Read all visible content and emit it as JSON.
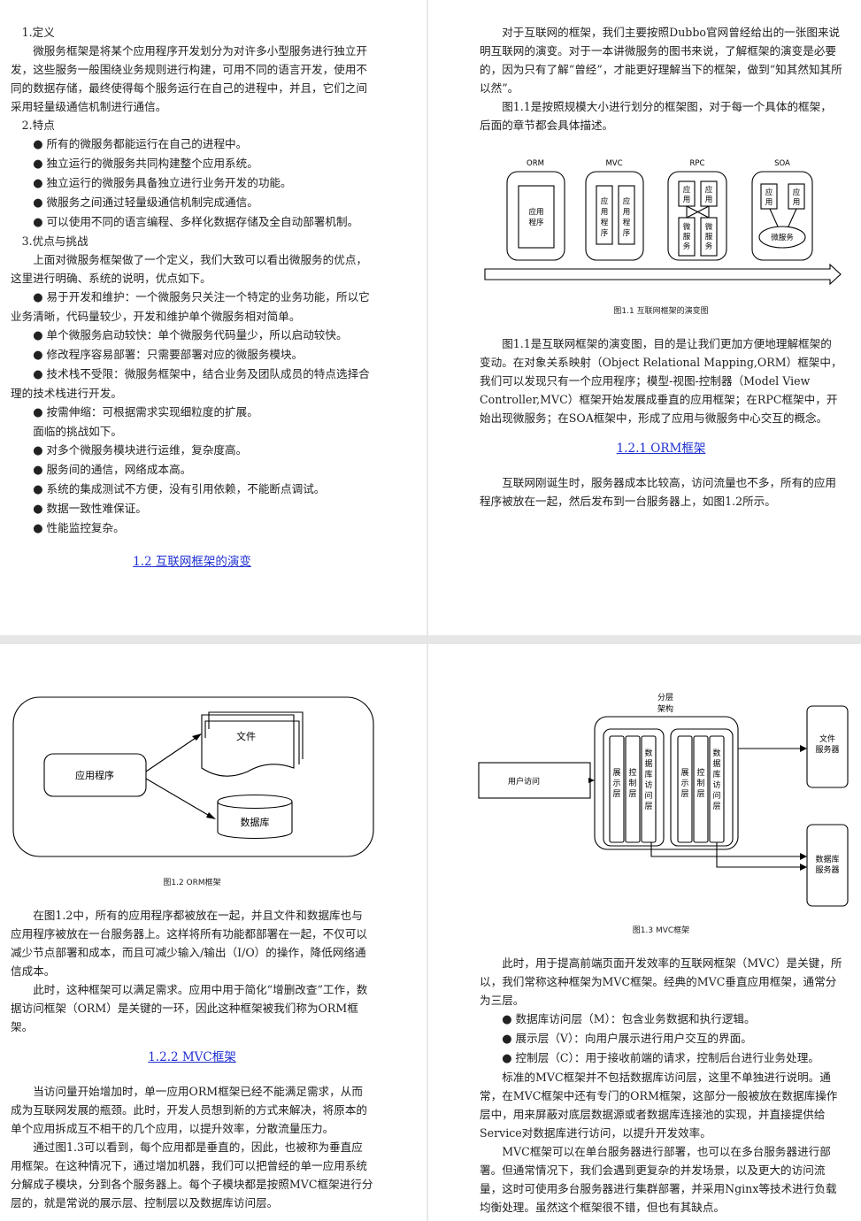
{
  "p1": {
    "s1_title": "1.定义",
    "s1_para": "微服务框架是将某个应用程序开发划分为对许多小型服务进行独立开发，这些服务一般围绕业务规则进行构建，可用不同的语言开发，使用不同的数据存储，最终使得每个服务运行在自己的进程中，并且，它们之间采用轻量级通信机制进行通信。",
    "s2_title": "2.特点",
    "features": [
      "所有的微服务都能运行在自己的进程中。",
      "独立运行的微服务共同构建整个应用系统。",
      "独立运行的微服务具备独立进行业务开发的功能。",
      "微服务之间通过轻量级通信机制完成通信。",
      "可以使用不同的语言编程、多样化数据存储及全自动部署机制。"
    ],
    "s3_title": "3.优点与挑战",
    "s3_intro": "上面对微服务框架做了一个定义，我们大致可以看出微服务的优点，这里进行明确、系统的说明，优点如下。",
    "advantages": [
      "易于开发和维护：一个微服务只关注一个特定的业务功能，所以它业务清晰，代码量较少，开发和维护单个微服务相对简单。",
      "单个微服务启动较快：单个微服务代码量少，所以启动较快。",
      "修改程序容易部署：只需要部署对应的微服务模块。",
      "技术栈不受限：微服务框架中，结合业务及团队成员的特点选择合理的技术栈进行开发。",
      "按需伸缩：可根据需求实现细粒度的扩展。"
    ],
    "challenge_intro": "面临的挑战如下。",
    "challenges": [
      "对多个微服务模块进行运维，复杂度高。",
      "服务间的通信，网络成本高。",
      "系统的集成测试不方便，没有引用依赖，不能断点调试。",
      "数据一致性难保证。",
      "性能监控复杂。"
    ],
    "section_link": "1.2 互联网框架的演变"
  },
  "p2": {
    "para1": "对于互联网的框架，我们主要按照Dubbo官网曾经给出的一张图来说明互联网的演变。对于一本讲微服务的图书来说，了解框架的演变是必要的，因为只有了解“曾经”，才能更好理解当下的框架，做到“知其然知其所以然”。",
    "para2": "图1.1是按照规模大小进行划分的框架图，对于每一个具体的框架，后面的章节都会具体描述。",
    "fig": {
      "headers": [
        "ORM",
        "MVC",
        "RPC",
        "SOA"
      ],
      "orm_box": "应用程序",
      "mvc_col": "应用程序",
      "rpc_top": "应用",
      "rpc_bottom": "微服务",
      "soa_top": "应用",
      "soa_oval": "微服务"
    },
    "caption": "图1.1 互联网框架的演变图",
    "para3": "图1.1是互联网框架的演变图，目的是让我们更加方便地理解框架的变动。在对象关系映射（Object Relational Mapping,ORM）框架中，我们可以发现只有一个应用程序；模型-视图-控制器（Model View Controller,MVC）框架开始发展成垂直的应用框架；在RPC框架中，开始出现微服务；在SOA框架中，形成了应用与微服务中心交互的概念。",
    "section_link": "1.2.1 ORM框架",
    "para4": "互联网刚诞生时，服务器成本比较高，访问流量也不多，所有的应用程序被放在一起，然后发布到一台服务器上，如图1.2所示。"
  },
  "p3": {
    "fig": {
      "app": "应用程序",
      "file": "文件",
      "db": "数据库"
    },
    "caption": "图1.2 ORM框架",
    "para1": "在图1.2中，所有的应用程序都被放在一起，并且文件和数据库也与应用程序被放在一台服务器上。这样将所有功能都部署在一起，不仅可以减少节点部署和成本，而且可减少输入/输出（I/O）的操作，降低网络通信成本。",
    "para2": "此时，这种框架可以满足需求。应用中用于简化“增删改查”工作，数据访问框架（ORM）是关键的一环，因此这种框架被我们称为ORM框架。",
    "section_link": "1.2.2 MVC框架",
    "para3": "当访问量开始增加时，单一应用ORM框架已经不能满足需求，从而成为互联网发展的瓶颈。此时，开发人员想到新的方式来解决，将原本的单个应用拆成互不相干的几个应用，以提升效率，分散流量压力。",
    "para4": "通过图1.3可以看到，每个应用都是垂直的，因此，也被称为垂直应用框架。在这种情况下，通过增加机器，我们可以把曾经的单一应用系统分解成子模块，分到各个服务器上。每个子模块都是按照MVC框架进行分层的，就是常说的展示层、控制层以及数据库访问层。"
  },
  "p4": {
    "fig": {
      "title": "分层架构",
      "user": "用户访问",
      "layers": [
        "展示层",
        "控制层",
        "数据库访问层"
      ],
      "file_server": "文件服务器",
      "db_server": "数据库服务器"
    },
    "caption": "图1.3 MVC框架",
    "para1": "此时，用于提高前端页面开发效率的互联网框架（MVC）是关键，所以，我们常称这种框架为MVC框架。经典的MVC垂直应用框架，通常分为三层。",
    "layers_desc": [
      "数据库访问层（M）：包含业务数据和执行逻辑。",
      "展示层（V）：向用户展示进行用户交互的界面。",
      "控制层（C）：用于接收前端的请求，控制后台进行业务处理。"
    ],
    "para2": "标准的MVC框架并不包括数据库访问层，这里不单独进行说明。通常，在MVC框架中还有专门的ORM框架，这部分一般被放在数据库操作层中，用来屏蔽对底层数据源或者数据库连接池的实现，并直接提供给Service对数据库进行访问，以提升开发效率。",
    "para3": "MVC框架可以在单台服务器进行部署，也可以在多台服务器进行部署。但通常情况下，我们会遇到更复杂的并发场景，以及更大的访问流量，这时可使用多台服务器进行集群部署，并采用Nginx等技术进行负载均衡处理。虽然这个框架很不错，但也有其缺点。"
  }
}
